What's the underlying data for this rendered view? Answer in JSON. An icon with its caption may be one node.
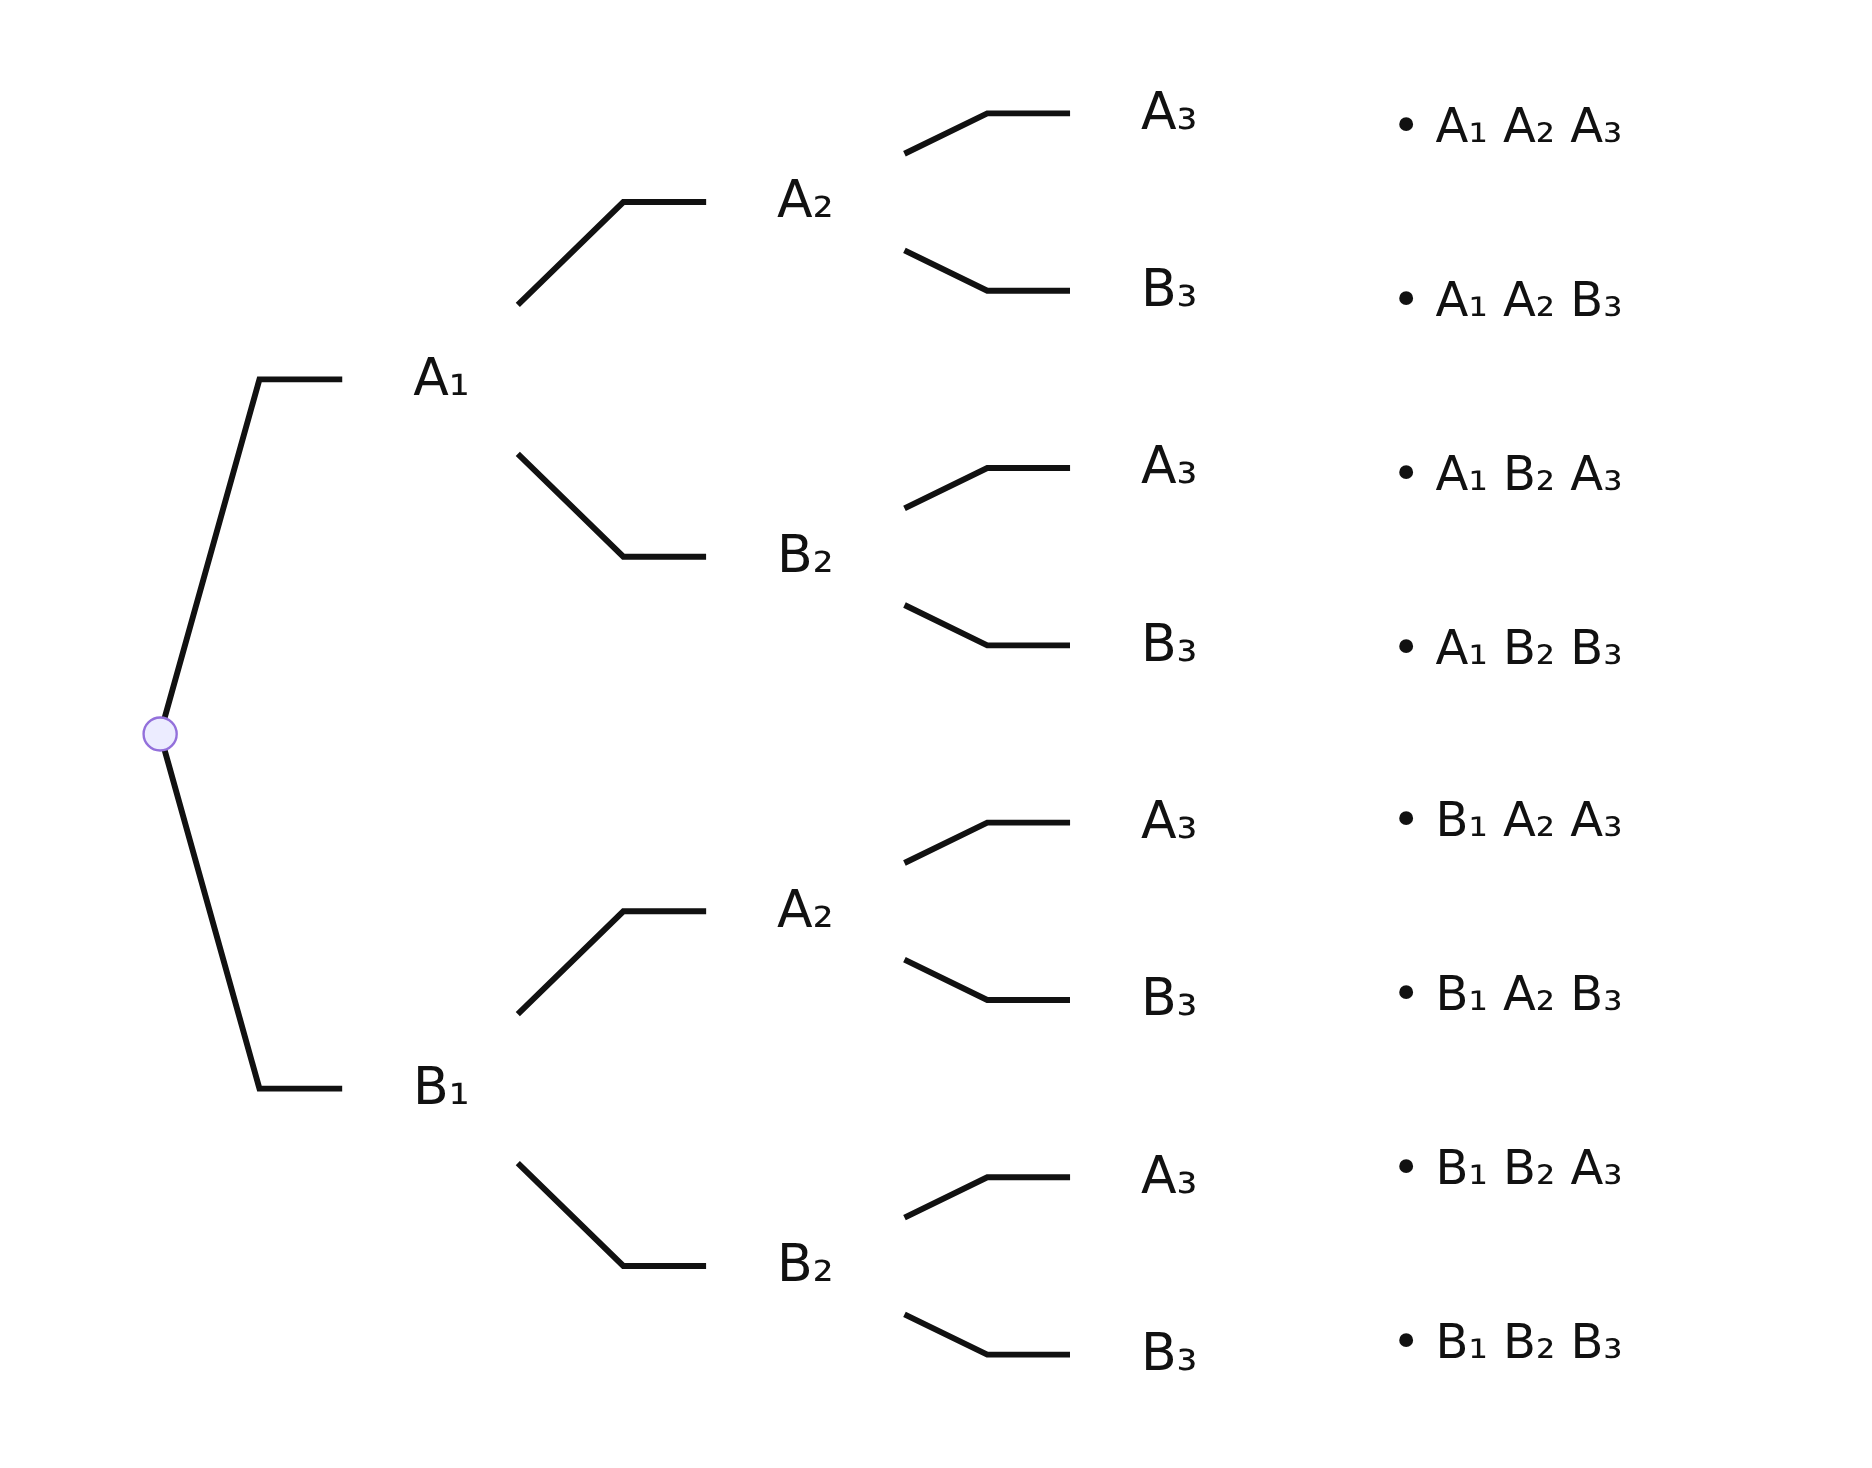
{
  "diagram": {
    "nodes": [
      {
        "text": [],
        "shape": "circle"
      },
      {
        "text": [
          "A₁"
        ]
      },
      {
        "text": [
          "A₂"
        ]
      },
      {
        "text": [
          "A₃"
        ]
      },
      {
        "text": [
          "B₃"
        ]
      },
      {
        "text": [
          "B₂"
        ]
      },
      {
        "text": [
          "A₃"
        ]
      },
      {
        "text": [
          "B₃"
        ]
      },
      {
        "text": [
          "B₁"
        ]
      },
      {
        "text": [
          "A₂"
        ]
      },
      {
        "text": [
          "A₃"
        ]
      },
      {
        "text": [
          "B₃"
        ]
      },
      {
        "text": [
          "B₂"
        ]
      },
      {
        "text": [
          "A₃"
        ]
      },
      {
        "text": [
          "B₃"
        ]
      }
    ],
    "edges": [
      {
        "from": 0,
        "to": 1,
        "arrow": "none"
      },
      {
        "from": 0,
        "to": 8,
        "arrow": "none"
      },
      {
        "from": 1,
        "to": 2,
        "arrow": "none"
      },
      {
        "from": 1,
        "to": 5,
        "arrow": "none"
      },
      {
        "from": 2,
        "to": 3,
        "arrow": "none"
      },
      {
        "from": 2,
        "to": 4,
        "arrow": "none"
      },
      {
        "from": 5,
        "to": 6,
        "arrow": "none"
      },
      {
        "from": 5,
        "to": 7,
        "arrow": "none"
      },
      {
        "from": 8,
        "to": 9,
        "arrow": "none"
      },
      {
        "from": 8,
        "to": 12,
        "arrow": "none"
      },
      {
        "from": 9,
        "to": 10,
        "arrow": "none"
      },
      {
        "from": 9,
        "to": 11,
        "arrow": "none"
      },
      {
        "from": 12,
        "to": 13,
        "arrow": "none"
      },
      {
        "from": 12,
        "to": 14,
        "arrow": "none"
      }
    ],
    "labels": [
      "• A₁ A₂ A₃",
      "• A₁ A₂ B₃",
      "• A₁ B₂ A₃",
      "• A₁ B₂ B₃",
      "• B₁ A₂ A₃",
      "• B₁ A₂ B₃",
      "• B₁ B₂ A₃",
      "• B₁ B₂ B₃"
    ]
  }
}
